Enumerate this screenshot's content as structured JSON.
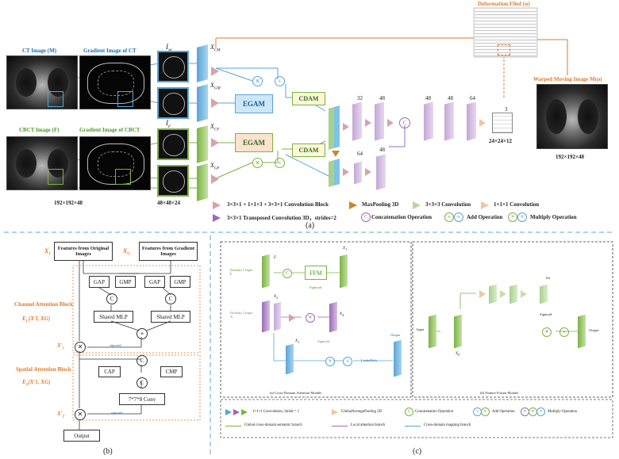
{
  "panel_a": {
    "ct_label": "CT Image (M)",
    "grad_ct_label": "Gradient Image of CT",
    "cbct_label": "CBCT Image (F)",
    "grad_cbct_label": "Gradient Image of CBCT",
    "size_input": "192×192×48",
    "patch_size": "48×48×24",
    "im_label": "I",
    "im_sub": "M",
    "if_label": "I",
    "if_sub": "F",
    "x_cm": "X",
    "x_cm_sub": "CM",
    "x_gm": "X",
    "x_gm_sub": "GM",
    "x_cf": "X",
    "x_cf_sub": "CF",
    "x_gf": "X",
    "x_gf_sub": "GF",
    "egam": "EGAM",
    "cdam": "CDAM",
    "ch32": "32",
    "ch48a": "48",
    "ch48b": "48",
    "ch48c": "48",
    "ch64a": "64",
    "ch64b": "64",
    "ch48d": "48",
    "ch3": "3",
    "grid_size": "24×24×12",
    "deform_label": "Deformation Filed (φ)",
    "warped_label": "Warped Moving Image M(φ)",
    "warped_size": "192×192×48",
    "legend": {
      "conv_block": "3×3×1 + 1×1×3 + 3×3×1 Convolution Block",
      "maxpool": "MaxPooling 3D",
      "conv333": "3×3×3 Convolution",
      "conv111": "1×1×1 Convolution",
      "transposed": "3×3×1 Transposed Convolution 3D，strides=2",
      "concat": "Concatenation Operation",
      "add": "Add Operation",
      "multiply": "Multiply Operation"
    },
    "caption": "(a)"
  },
  "panel_b": {
    "feat_orig": "Features from Original Images",
    "feat_grad": "Features from Gradient Images",
    "xi": "X",
    "xi_sub": "I",
    "xg": "X",
    "xg_sub": "G",
    "gap": "GAP",
    "gmp": "GMP",
    "shared_mlp": "Shared MLP",
    "channel_title": "Channel Attention Block",
    "channel_formula": "E",
    "channel_formula_sub": "C",
    "channel_formula_args": "(X'I, XG)",
    "x1": "X'",
    "x1_sub": "1",
    "sigmoid": "sigmoid",
    "spatial_title": "Spatial Attention Block",
    "spatial_formula": "E",
    "spatial_formula_sub": "S",
    "spatial_formula_args": "(X'1, XG)",
    "cap": "CAP",
    "cmp": "CMP",
    "conv7": "7*7*8 Conv",
    "x2": "X'",
    "x2_sub": "2",
    "output": "Output",
    "caption": "(b)"
  },
  "panel_c": {
    "domain1": "Domain 1 Input F",
    "domain2": "Domain 2 Input X",
    "ffm": "FFM",
    "sigmoid": "Sigmoid",
    "leakyrelu": "LeakyRelu",
    "output": "Output",
    "f": "F",
    "x1": "X",
    "x1_sub": "1",
    "x2": "X",
    "x2_sub": "2",
    "x3": "X",
    "x3_sub": "3",
    "x4": "X",
    "x4_sub": "4",
    "sub_caption_a": "(a) Cross-Domain Attention Module",
    "sub_caption_b": "(b) Feature Fusion Module",
    "input": "Input",
    "xf": "X",
    "xf_sub": "F",
    "zn": "Zn",
    "sigmoid2": "Sigmoid",
    "output2": "Output",
    "legend": {
      "conv": "1×1×1 Convolution, Stride = 1",
      "gap": "GlobalAveragePooling 3D",
      "concat": "Concatenation Operation",
      "add": "Add Operation",
      "multiply": "Multiply Operation",
      "global_branch": "Global cross-domain semantic branch",
      "local_branch": "Local attention branch",
      "mapping_branch": "Cross-domain mapping branch"
    },
    "caption": "(c)"
  },
  "colors": {
    "blue": "#1a6fb0",
    "green": "#4e9a2a",
    "orange": "#e07a2a",
    "purple": "#9b6bb8",
    "pink": "#d9a2a8",
    "lightblue": "#7ec3e8"
  }
}
